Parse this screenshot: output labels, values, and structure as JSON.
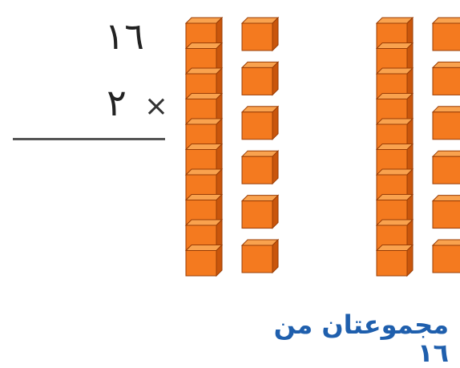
{
  "problem": {
    "multiplicand": "١٦",
    "multiplier": "٢",
    "operator": "×"
  },
  "caption": "مجموعتان من ١٦",
  "blocks": {
    "groups": 2,
    "tens_per_group": 1,
    "ones_per_group": 6,
    "units_per_ten": 10,
    "colors": {
      "front": "#f47a1f",
      "top": "#f9a24e",
      "side": "#c9560c",
      "edge": "#9a3d05"
    }
  },
  "caption_color": "#1f5fad"
}
